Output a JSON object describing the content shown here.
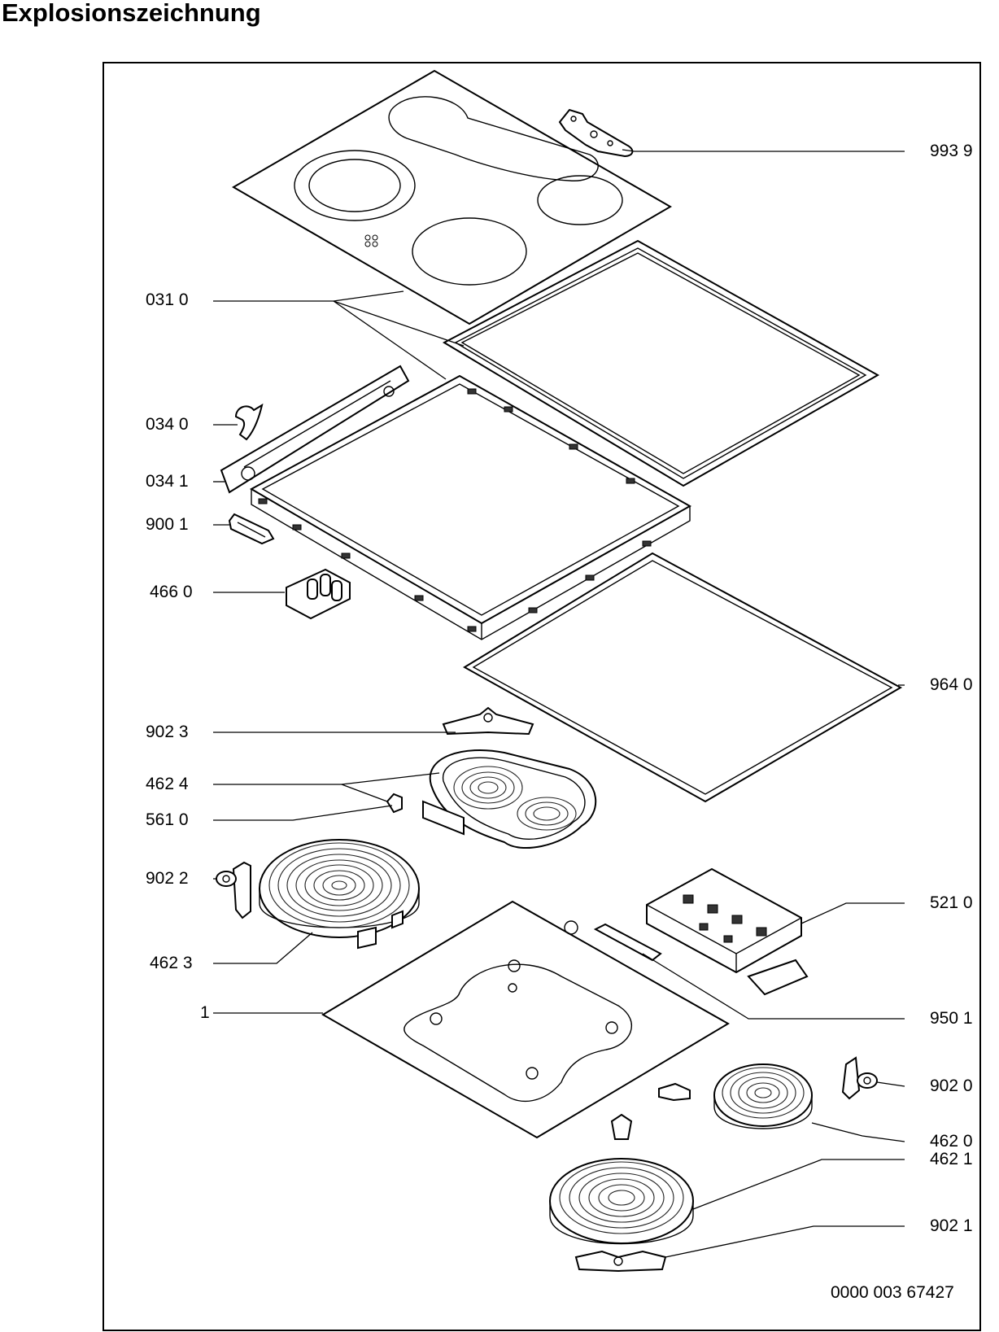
{
  "title": "Explosionszeichnung",
  "document_number": "0000 003 67427",
  "labels": {
    "l9939": "993 9",
    "l0310": "031 0",
    "l0340": "034 0",
    "l0341": "034 1",
    "l9001": "900 1",
    "l4660": "466 0",
    "l9640": "964 0",
    "l9023": "902 3",
    "l4624": "462 4",
    "l5610": "561 0",
    "l9022": "902 2",
    "l5210": "521 0",
    "l4623": "462 3",
    "l1": "1",
    "l9501": "950 1",
    "l9020": "902 0",
    "l4620": "462 0",
    "l4621": "462 1",
    "l9021": "902 1"
  }
}
